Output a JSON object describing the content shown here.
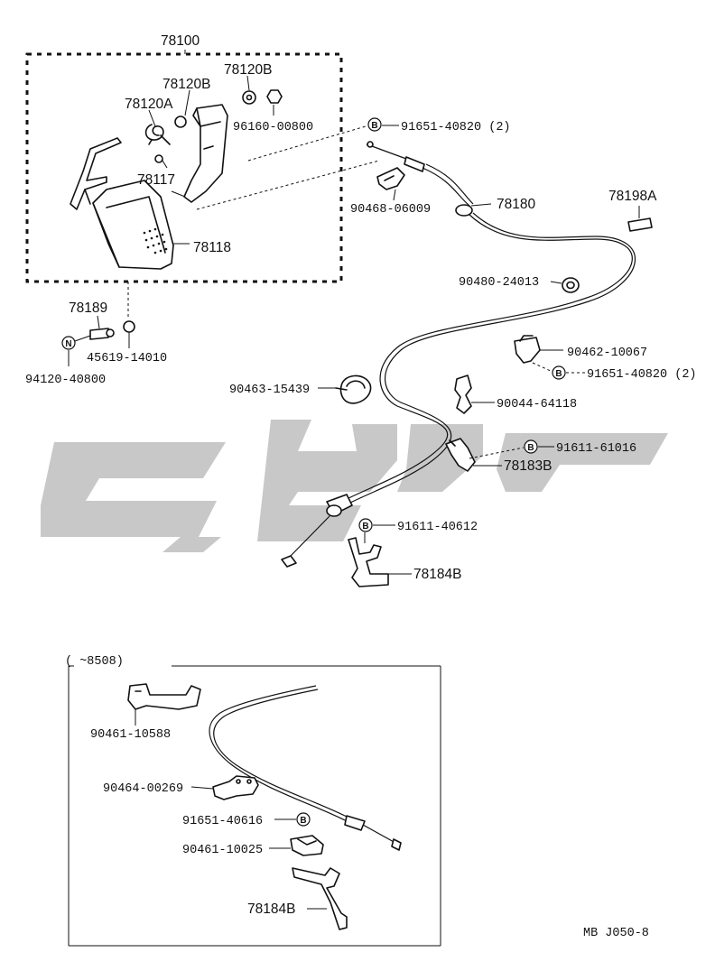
{
  "assembly_label": "78100",
  "parts": {
    "p78120b_a": "78120B",
    "p78120b_b": "78120B",
    "p78120a": "78120A",
    "p96160": "96160-00800",
    "p78117": "78117",
    "p78118": "78118",
    "p78189": "78189",
    "p45619": "45619-14010",
    "p94120": "94120-40800",
    "p91651_top": "91651-40820 (2)",
    "p90468": "90468-06009",
    "p78180": "78180",
    "p78198a": "78198A",
    "p90480": "90480-24013",
    "p90462": "90462-10067",
    "p91651_mid": "91651-40820 (2)",
    "p90463": "90463-15439",
    "p90044": "90044-64118",
    "p91611_61016": "91611-61016",
    "p78183b": "78183B",
    "p91611_40612": "91611-40612",
    "p78184b_top": "78184B"
  },
  "inset": {
    "title": "(        ~8508)",
    "parts": {
      "p90461_10588": "90461-10588",
      "p90464": "90464-00269",
      "p91651_40616": "91651-40616",
      "p90461_10025": "90461-10025",
      "p78184b": "78184B"
    }
  },
  "badges": {
    "b": "B",
    "n": "N"
  },
  "diagram_code": "MB J050-8"
}
